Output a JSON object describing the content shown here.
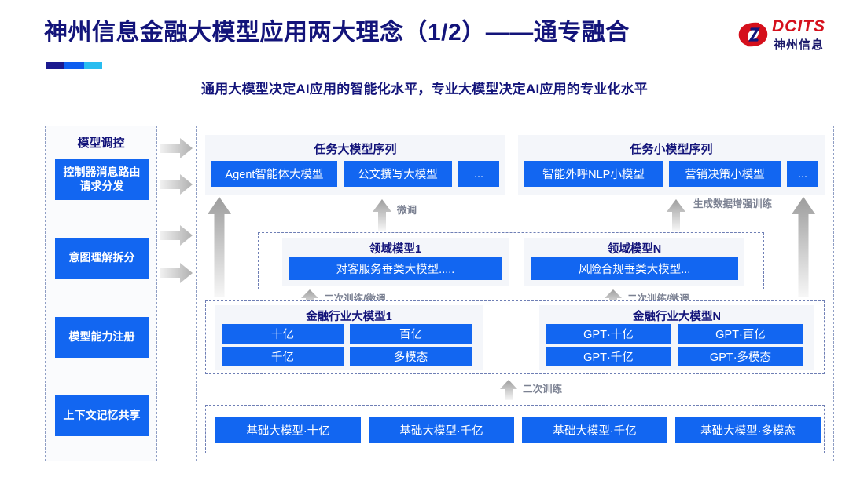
{
  "header": {
    "title": "神州信息金融大模型应用两大理念（1/2）——通专融合",
    "subtitle": "通用大模型决定AI应用的智能化水平，专业大模型决定AI应用的专业化水平",
    "accent_navy": "#13147a",
    "accent_blue": "#1266f1",
    "underline_colors": [
      "#1b1a8f",
      "#0d5ef0",
      "#29bdf0"
    ]
  },
  "logo": {
    "en": "DCITS",
    "cn": "神州信息",
    "mark_color": "#d5101c"
  },
  "control_panel": {
    "title": "模型调控",
    "items": [
      {
        "label": "控制器消息路由请求分发"
      },
      {
        "label": "意图理解拆分"
      },
      {
        "label": "模型能力注册"
      },
      {
        "label": "上下文记忆共享"
      }
    ]
  },
  "task_panels": [
    {
      "title": "任务大模型序列",
      "chips": [
        "Agent智能体大模型",
        "公文撰写大模型",
        "..."
      ]
    },
    {
      "title": "任务小模型序列",
      "chips": [
        "智能外呼NLP小模型",
        "营销决策小模型",
        "..."
      ]
    }
  ],
  "domain_models": [
    {
      "title": "领域模型1",
      "chip": "对客服务垂类大模型....."
    },
    {
      "title": "领域模型N",
      "chip": "风险合规垂类大模型..."
    }
  ],
  "industry_models": [
    {
      "title": "金融行业大模型1",
      "chips": [
        "十亿",
        "百亿",
        "千亿",
        "多模态"
      ]
    },
    {
      "title": "金融行业大模型N",
      "chips": [
        "GPT·十亿",
        "GPT·百亿",
        "GPT·千亿",
        "GPT·多模态"
      ]
    }
  ],
  "base_models": {
    "chips": [
      "基础大模型·十亿",
      "基础大模型·千亿",
      "基础大模型·千亿",
      "基础大模型·多模态"
    ]
  },
  "flow_labels": {
    "finetune": "微调",
    "data_augment": "生成数据增强训练",
    "retrain_finetune": "二次训练/微调",
    "retrain": "二次训练"
  }
}
